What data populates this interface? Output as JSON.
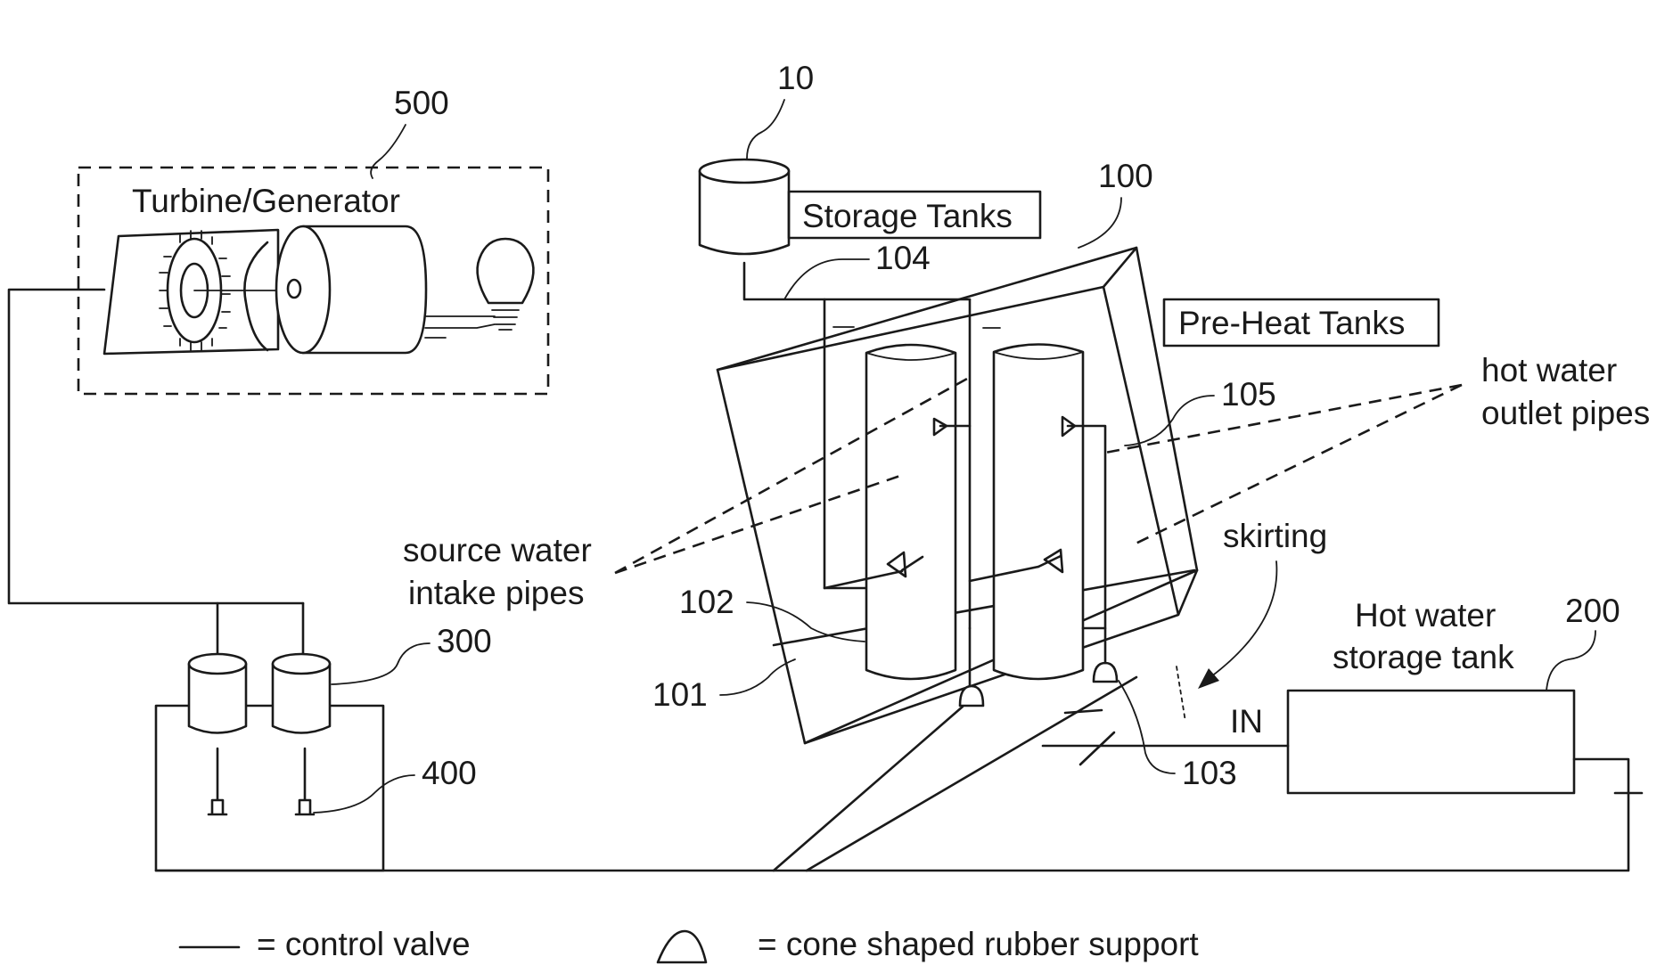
{
  "labels": {
    "turbine_generator": "Turbine/Generator",
    "storage_tanks": "Storage Tanks",
    "pre_heat_tanks": "Pre-Heat Tanks",
    "hot_water_outlet_line1": "hot water",
    "hot_water_outlet_line2": "outlet pipes",
    "source_water_line1": "source water",
    "source_water_line2": "intake pipes",
    "skirting": "skirting",
    "hot_water_storage_line1": "Hot water",
    "hot_water_storage_line2": "storage tank",
    "in": "IN"
  },
  "reference_numerals": {
    "n500": "500",
    "n10": "10",
    "n100": "100",
    "n104": "104",
    "n105": "105",
    "n102": "102",
    "n101": "101",
    "n103": "103",
    "n200": "200",
    "n300": "300",
    "n400": "400"
  },
  "legend": {
    "control_valve": "= control valve",
    "cone_support": "= cone shaped rubber support"
  }
}
